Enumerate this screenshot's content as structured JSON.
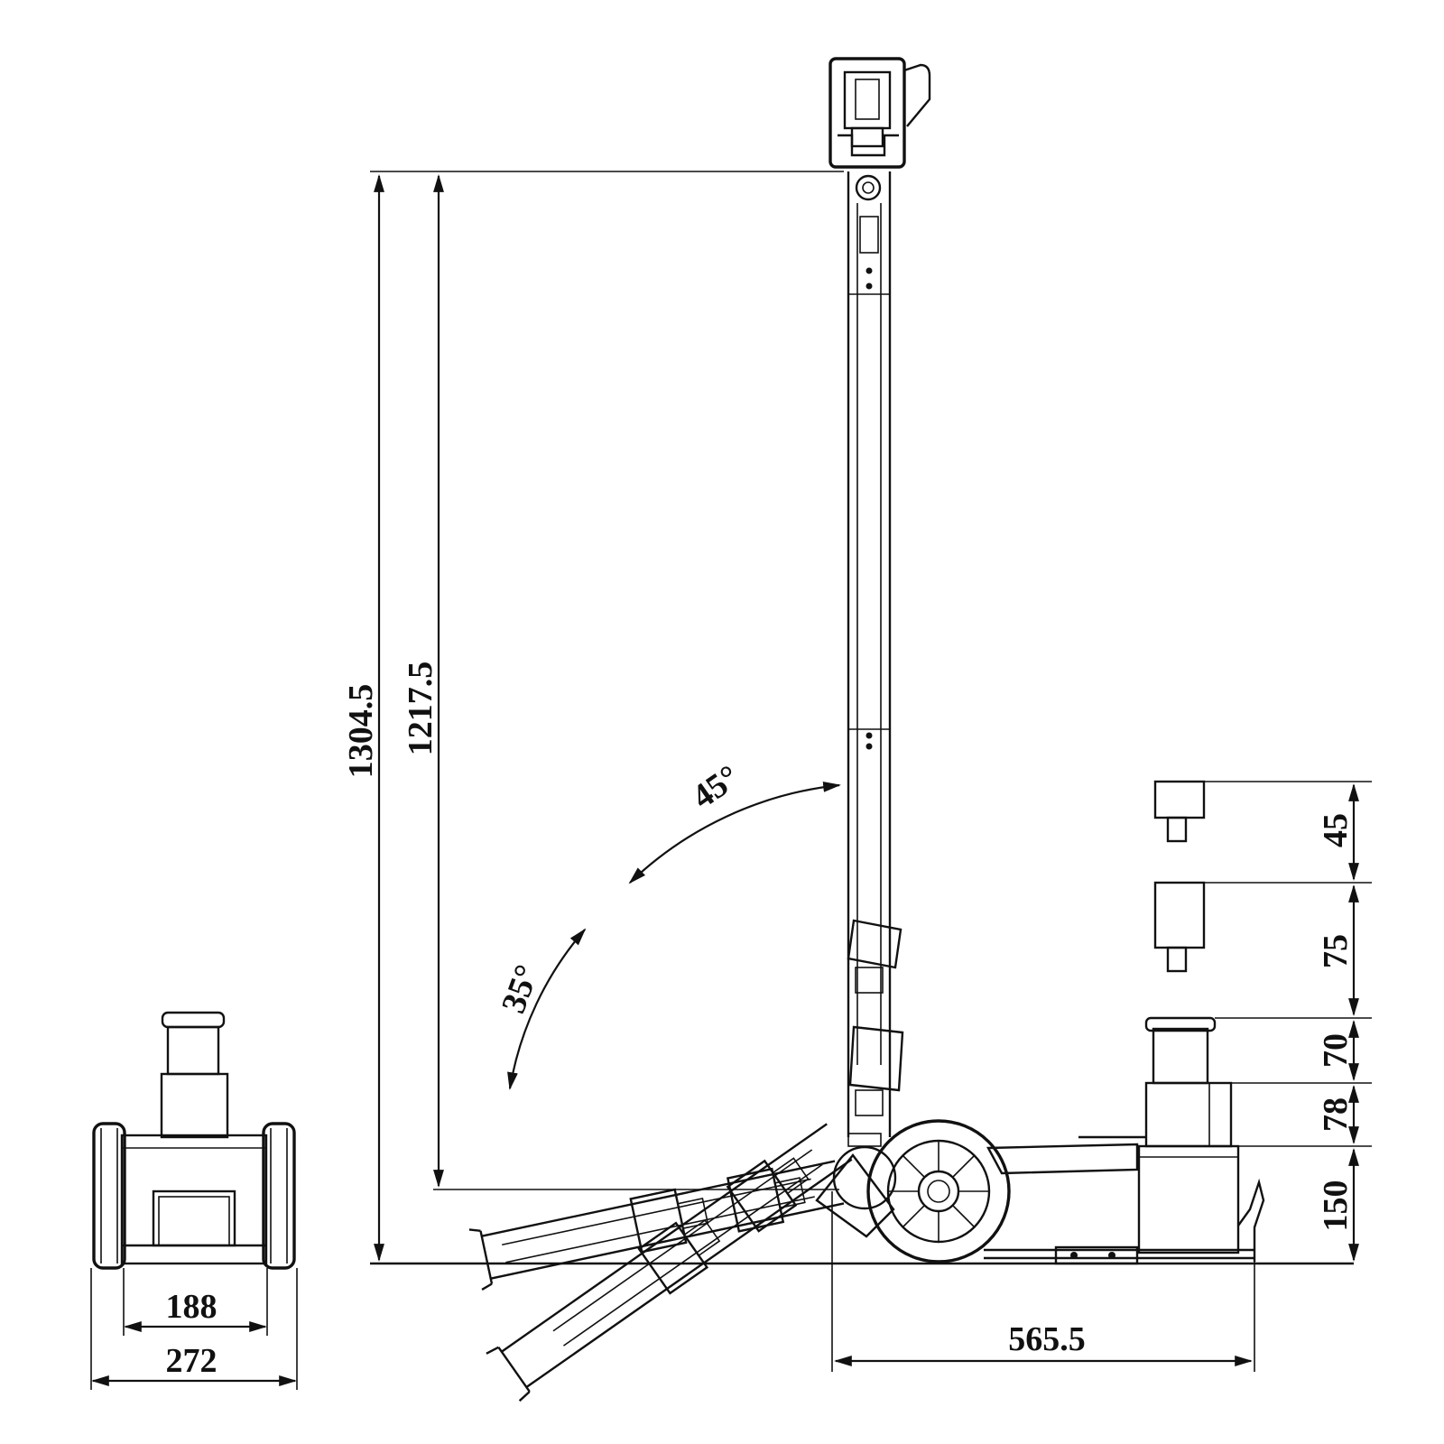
{
  "dimensions": {
    "height_total": "1304.5",
    "height_saddle": "1217.5",
    "handle_angle_upper": "45°",
    "handle_angle_lower": "35°",
    "extension_1": "45",
    "extension_2": "75",
    "ram_stage_1": "70",
    "ram_stage_2": "78",
    "min_height": "150",
    "base_length": "565.5",
    "inner_width": "188",
    "outer_width": "272"
  },
  "colors": {
    "line": "#111111",
    "background": "#ffffff"
  }
}
